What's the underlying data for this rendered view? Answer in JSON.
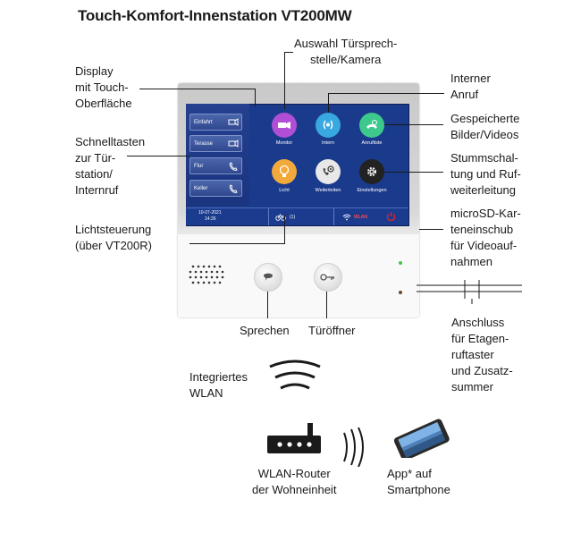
{
  "title": "Touch-Komfort-Innenstation VT200MW",
  "labels": {
    "display": [
      "Display",
      "mit Touch-",
      "Oberfläche"
    ],
    "auswahl": [
      "Auswahl Türsprech-",
      "stelle/Kamera"
    ],
    "interner_anruf": [
      "Interner",
      "Anruf"
    ],
    "gespeicherte": [
      "Gespeicherte",
      "Bilder/Videos"
    ],
    "schnelltasten": [
      "Schnelltasten",
      "zur Tür-",
      "station/",
      "Internruf"
    ],
    "stummschaltung": [
      "Stummschal-",
      "tung und Ruf-",
      "weiterleitung"
    ],
    "lichtsteuerung": [
      "Lichtsteuerung",
      "(über VT200R)"
    ],
    "microsd": [
      "microSD-Kar-",
      "teneinschub",
      "für Videoauf-",
      "nahmen"
    ],
    "sprechen": "Sprechen",
    "tueroeffner": "Türöffner",
    "anschluss": [
      "Anschluss",
      "für Etagen-",
      "ruftaster",
      "und Zusatz-",
      "summer"
    ],
    "wlan_integriert": [
      "Integriertes",
      "WLAN"
    ],
    "router": [
      "WLAN-Router",
      "der Wohneinheit"
    ],
    "app": [
      "App* auf",
      "Smartphone"
    ]
  },
  "screen": {
    "quick_buttons": [
      "Einfahrt",
      "Terasse",
      "Flur",
      "Keller"
    ],
    "apps": {
      "monitor": "Monitor",
      "intern": "Intern",
      "anrufliste": "Anrufliste",
      "licht": "Licht",
      "weiterleiten": "Weiterleiten",
      "einstellungen": "Einstellungen"
    },
    "status": {
      "date": "10-07-2021",
      "time": "14:26",
      "count": "(1)",
      "wlan": "WLAN"
    }
  },
  "colors": {
    "screen_bg": "#1a3a8c",
    "monitor": "#b04fd6",
    "intern": "#39a7e0",
    "anrufliste": "#3cc98b",
    "licht": "#f2a93b",
    "weiterleiten": "#e8e8e8",
    "einstellungen": "#222222",
    "power": "#e0262b",
    "led_green": "#46c24a",
    "led_brown": "#6a4a2a"
  }
}
